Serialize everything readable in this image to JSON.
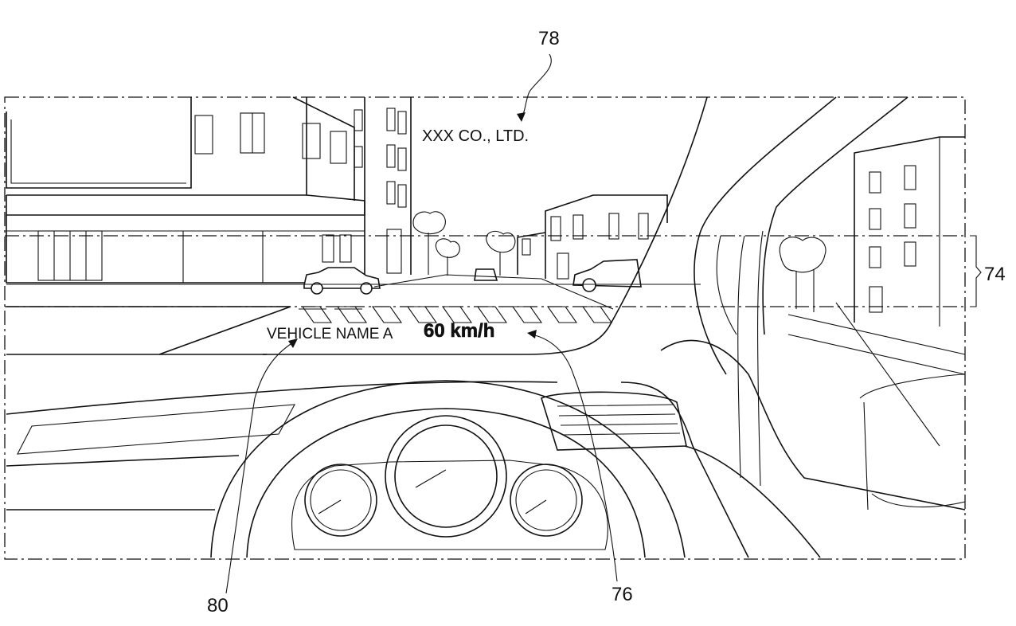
{
  "labels": {
    "ref_78": "78",
    "ref_74": "74",
    "ref_76": "76",
    "ref_80": "80"
  },
  "hud": {
    "company_text": "XXX CO., LTD.",
    "vehicle_name": "VEHICLE NAME A",
    "speed": "60 km/h"
  }
}
